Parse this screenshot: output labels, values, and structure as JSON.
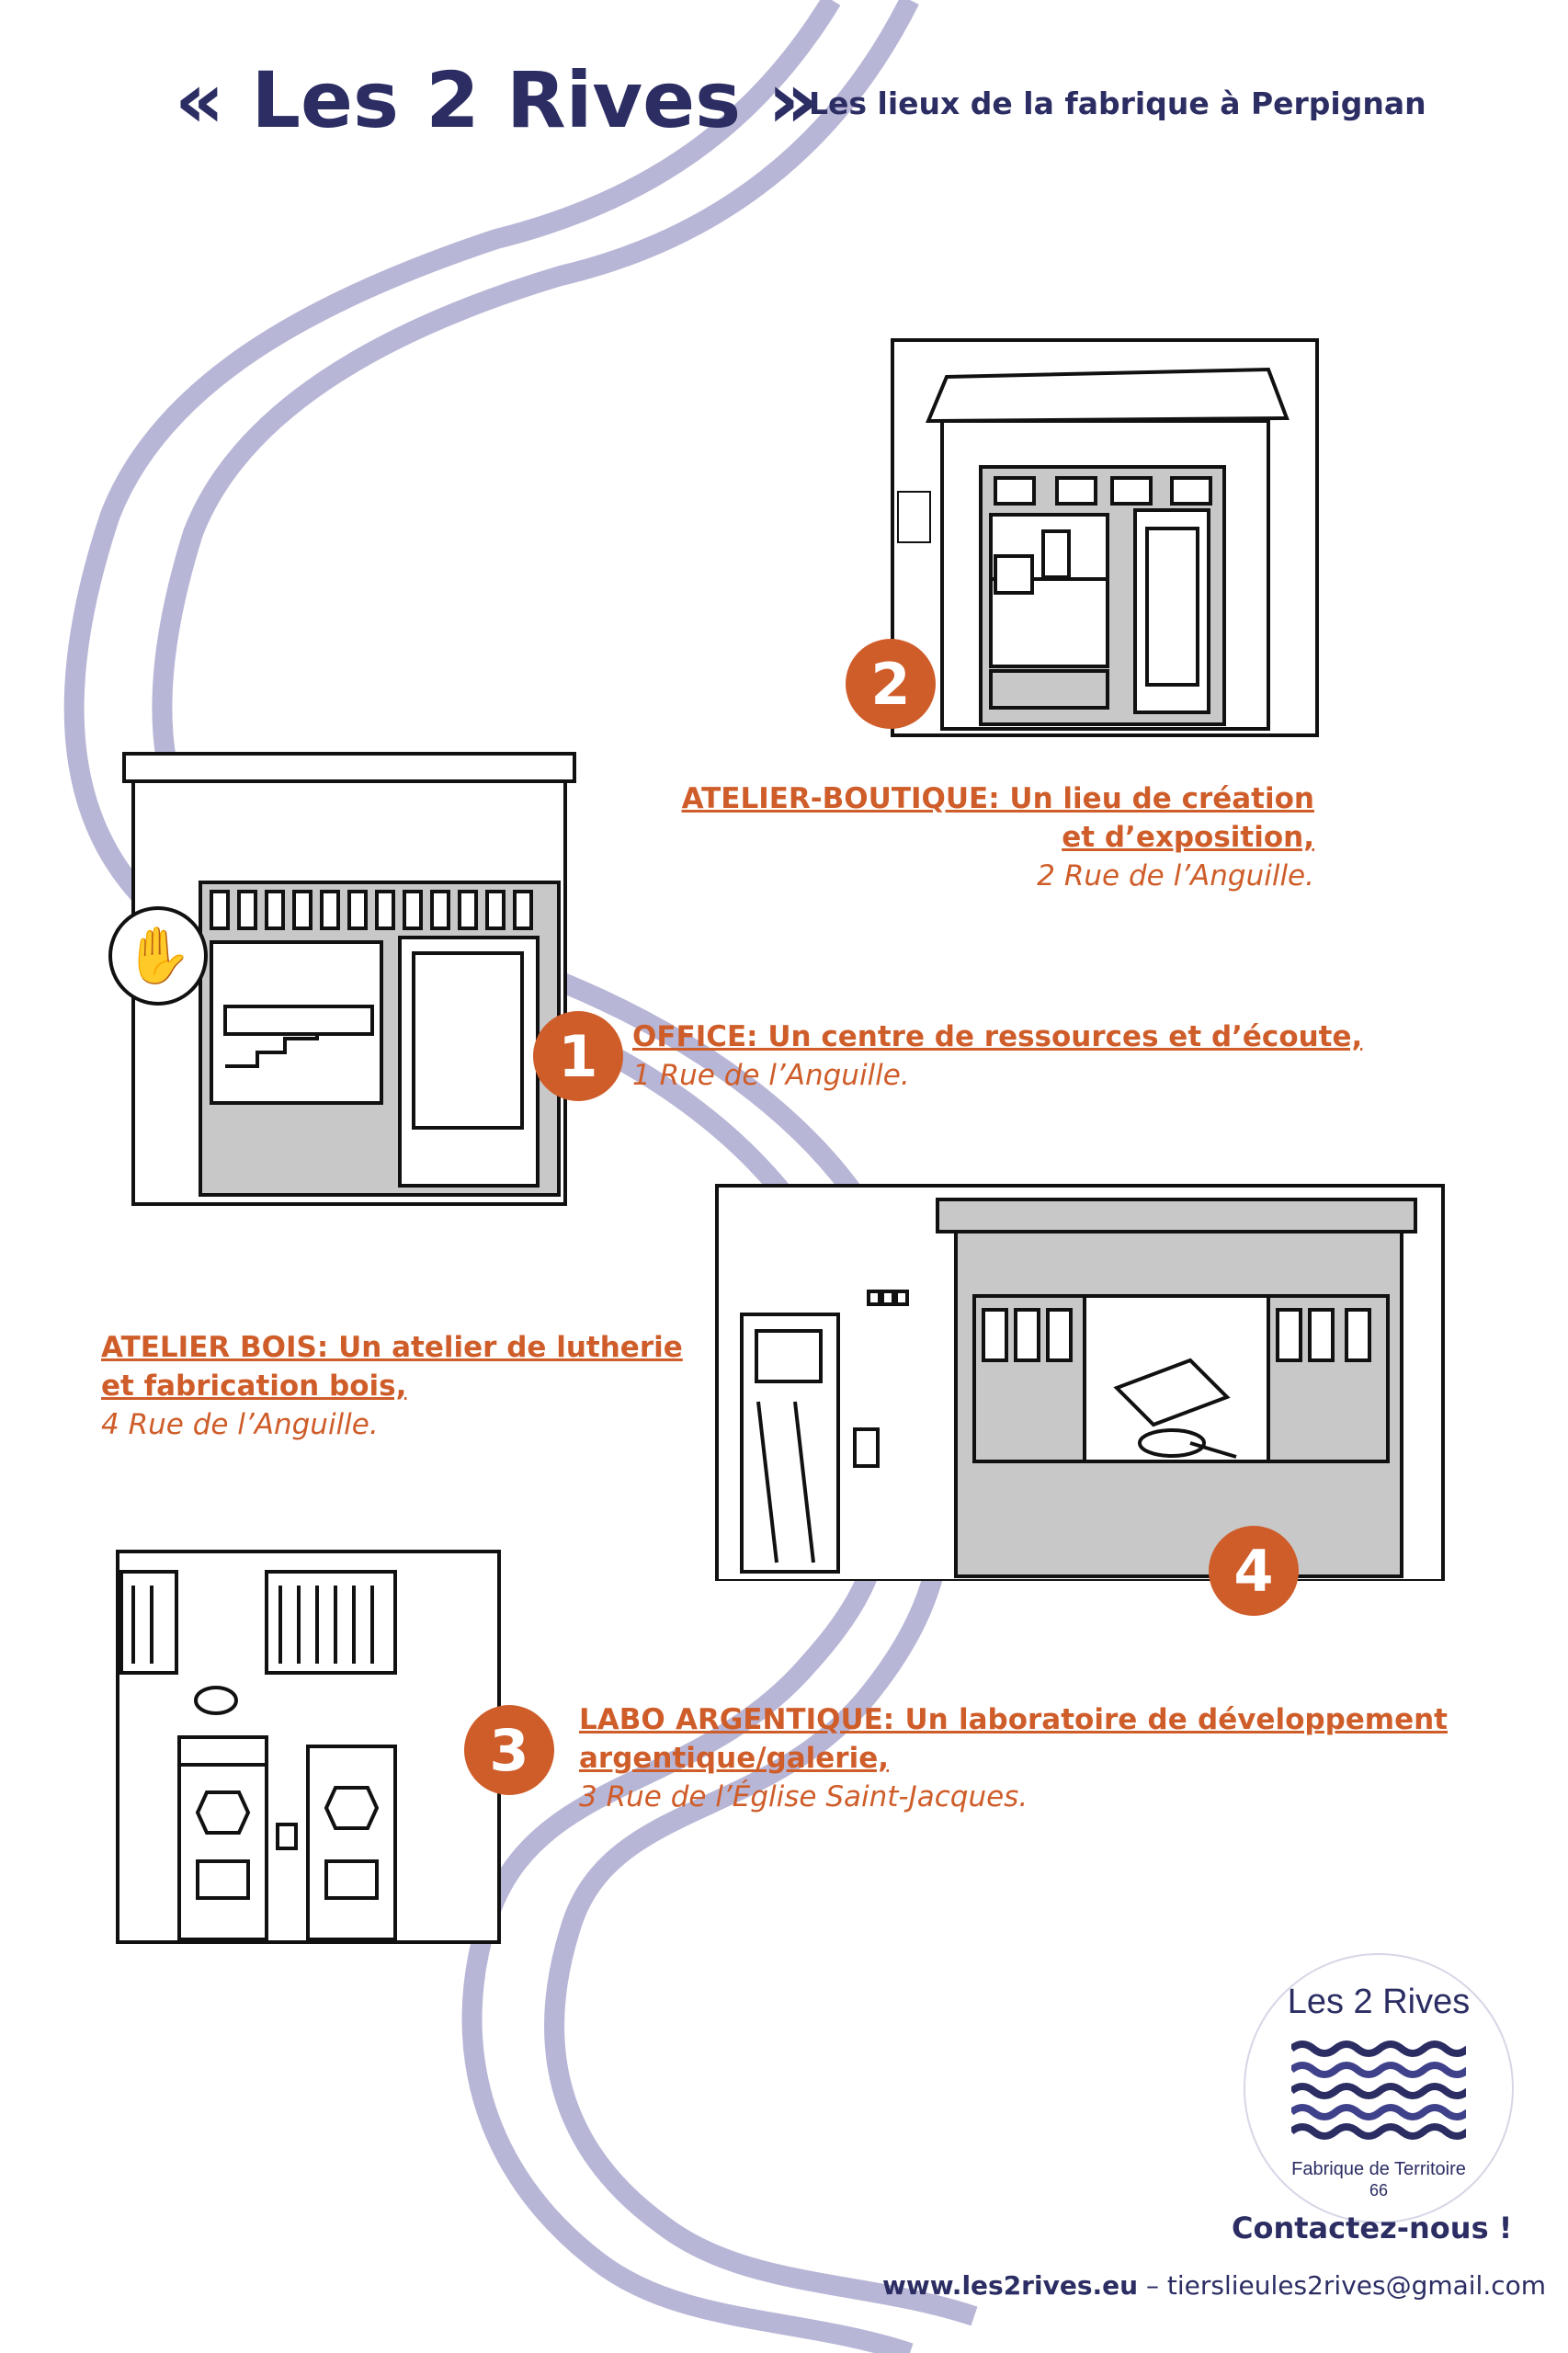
{
  "header": {
    "title": "« Les 2 Rives »",
    "subtitle": "Les lieux de la fabrique à Perpignan"
  },
  "colors": {
    "navy": "#2b2d63",
    "orange": "#cf5d2a",
    "river": "#b8b6d6",
    "sketch_gray": "#c8c8c8"
  },
  "places": [
    {
      "number": "1",
      "heading": "OFFICE: Un centre de ressources et d’écoute,",
      "address": "1 Rue de l’Anguille."
    },
    {
      "number": "2",
      "heading": "ATELIER-BOUTIQUE: Un lieu de création et d’exposition,",
      "heading_line1": "ATELIER-BOUTIQUE: Un lieu de création",
      "heading_line2": "et d’exposition,",
      "address": "2 Rue de l’Anguille."
    },
    {
      "number": "3",
      "heading": "LABO ARGENTIQUE: Un laboratoire de développement argentique/galerie,",
      "address": "3 Rue de l’Église Saint-Jacques."
    },
    {
      "number": "4",
      "heading": "ATELIER BOIS: Un atelier de lutherie et fabrication bois,",
      "address": "4 Rue de l’Anguille."
    }
  ],
  "logo": {
    "name": "Les 2 Rives",
    "tagline": "Fabrique de Territoire",
    "number": "66"
  },
  "footer": {
    "cta": "Contactez-nous !",
    "website": "www.les2rives.eu",
    "separator": " – ",
    "email": "tierslieules2rives@gmail.com"
  }
}
